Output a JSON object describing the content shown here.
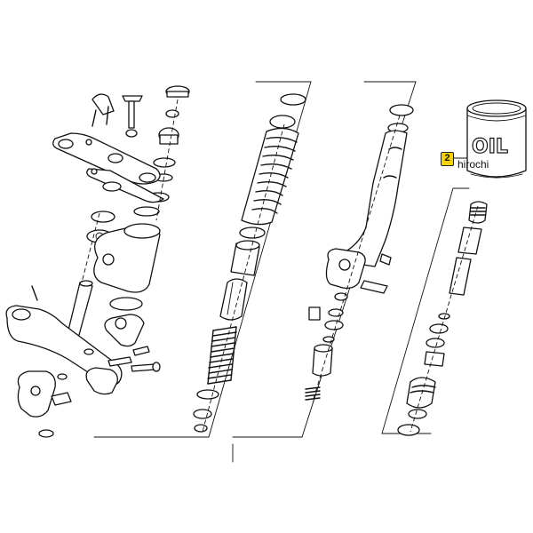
{
  "callout": {
    "number": "2",
    "brand": "hirochi"
  },
  "can": {
    "label": "OIL"
  },
  "colors": {
    "callout_fill": "#f5d200",
    "line": "#111111",
    "background": "#ffffff"
  }
}
